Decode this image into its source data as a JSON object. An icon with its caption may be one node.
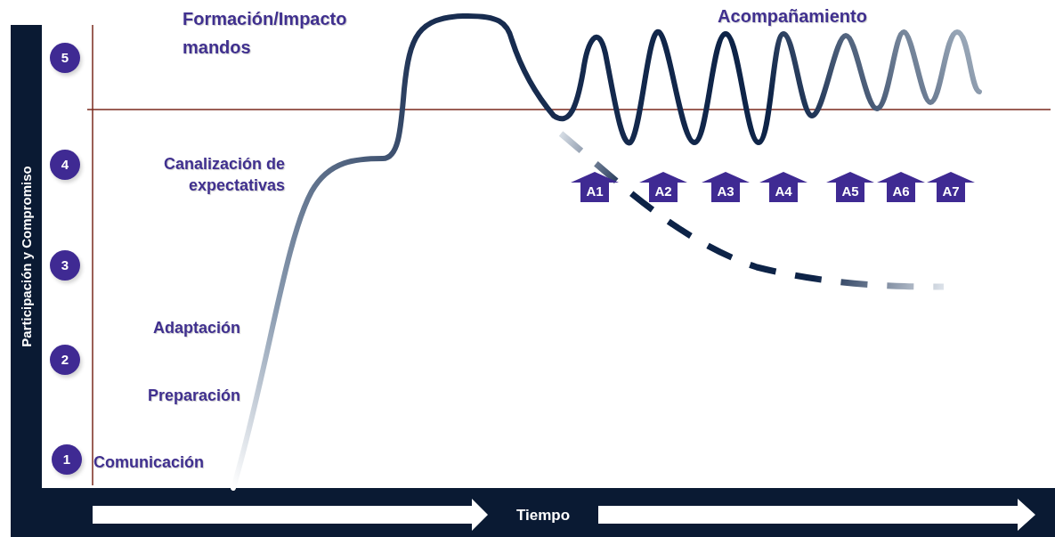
{
  "diagram": {
    "nodes": [
      {
        "text": [
          "5"
        ]
      },
      {
        "text": [
          "4"
        ]
      },
      {
        "text": [
          "3"
        ]
      },
      {
        "text": [
          "2"
        ]
      },
      {
        "text": [
          "1"
        ]
      },
      {
        "text": [
          "A1"
        ]
      },
      {
        "text": [
          "A2"
        ]
      },
      {
        "text": [
          "A3"
        ]
      },
      {
        "text": [
          "A4"
        ]
      },
      {
        "text": [
          "A5"
        ]
      },
      {
        "text": [
          "A6"
        ]
      },
      {
        "text": [
          "A7"
        ]
      }
    ],
    "labels": [
      "Formación/Impacto",
      "Acompañamiento",
      "mandos",
      "Canalización de expectativas",
      "Adaptación",
      "Preparación",
      "Comunicación",
      "Participación y Compromiso",
      "Tiempo"
    ]
  }
}
